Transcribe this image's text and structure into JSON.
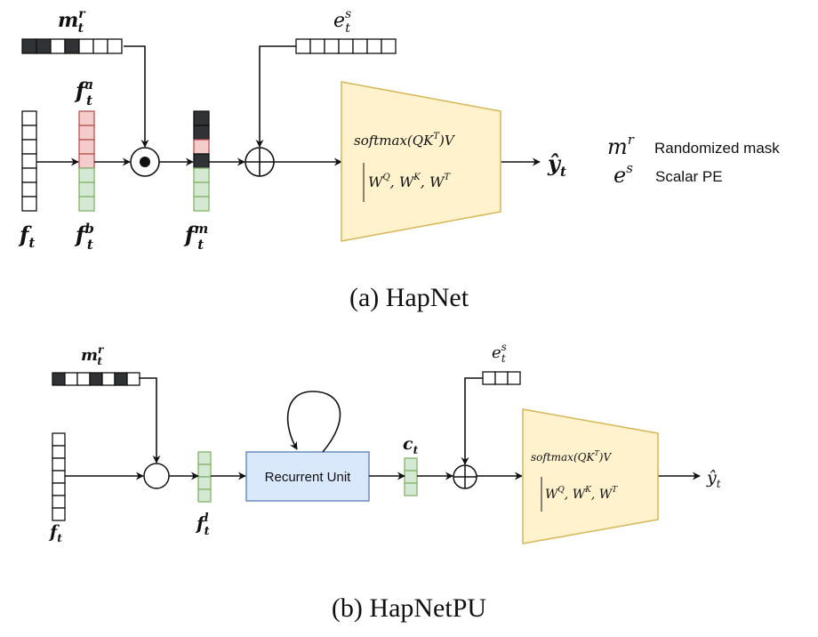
{
  "panel_a": {
    "caption": "(a) HapNet",
    "mask_label": {
      "base": "m",
      "sup": "r",
      "sub": "t"
    },
    "mask_cells": [
      "dark",
      "dark",
      "white",
      "dark",
      "white",
      "white",
      "white"
    ],
    "pe_label": {
      "base": "e",
      "sup": "s",
      "sub": "t"
    },
    "pe_cells": 7,
    "input_label": {
      "base": "f",
      "sub": "t"
    },
    "input_cells": 7,
    "fa_label": {
      "base": "f",
      "sup": "a",
      "sub": "t"
    },
    "fb_label": {
      "base": "f",
      "sup": "b",
      "sub": "t"
    },
    "split_cells": [
      "red",
      "red",
      "red",
      "red",
      "green",
      "green",
      "green"
    ],
    "fm_label": {
      "base": "f",
      "sup": "m",
      "sub": "t"
    },
    "masked_cells": [
      "dark",
      "dark",
      "red",
      "dark",
      "green",
      "green",
      "green"
    ],
    "attention": {
      "formula": "softmax(QK",
      "formula_sup": "T",
      "formula_end": ")V",
      "weights": [
        "W",
        "Q",
        "W",
        "K",
        "W",
        "T"
      ]
    },
    "output_label": {
      "base": "ŷ",
      "sub": "t"
    },
    "legend": [
      {
        "symbol": "m",
        "sup": "r",
        "text": "Randomized mask"
      },
      {
        "symbol": "e",
        "sup": "s",
        "text": "Scalar PE"
      }
    ]
  },
  "panel_b": {
    "caption": "(b) HapNetPU",
    "mask_label": {
      "base": "m",
      "sup": "r",
      "sub": "t"
    },
    "mask_cells": [
      "dark",
      "white",
      "white",
      "dark",
      "white",
      "dark",
      "white"
    ],
    "input_label": {
      "base": "f",
      "sub": "t"
    },
    "input_cells": 7,
    "fl_label": {
      "base": "f",
      "sup": "l",
      "sub": "t"
    },
    "fl_cells": 4,
    "recurrent_unit": "Recurrent Unit",
    "ct_label": {
      "base": "c",
      "sub": "t"
    },
    "ct_cells": 3,
    "pe_label": {
      "base": "e",
      "sup": "s",
      "sub": "t"
    },
    "pe_cells": 3,
    "attention": {
      "formula": "softmax(QK",
      "formula_sup": "T",
      "formula_end": ")V",
      "weights": [
        "W",
        "Q",
        "W",
        "K",
        "W",
        "T"
      ]
    },
    "output_label": {
      "base": "ŷ",
      "sub": "t"
    }
  },
  "colors": {
    "dark": "#2f3336",
    "red_fill": "#f4cccc",
    "red_stroke": "#b85450",
    "green_fill": "#d5e8d4",
    "green_stroke": "#82b366",
    "attn_fill": "#fff2cc",
    "attn_stroke": "#d6b656",
    "ru_fill": "#dae8fc",
    "ru_stroke": "#6c8ebf"
  }
}
